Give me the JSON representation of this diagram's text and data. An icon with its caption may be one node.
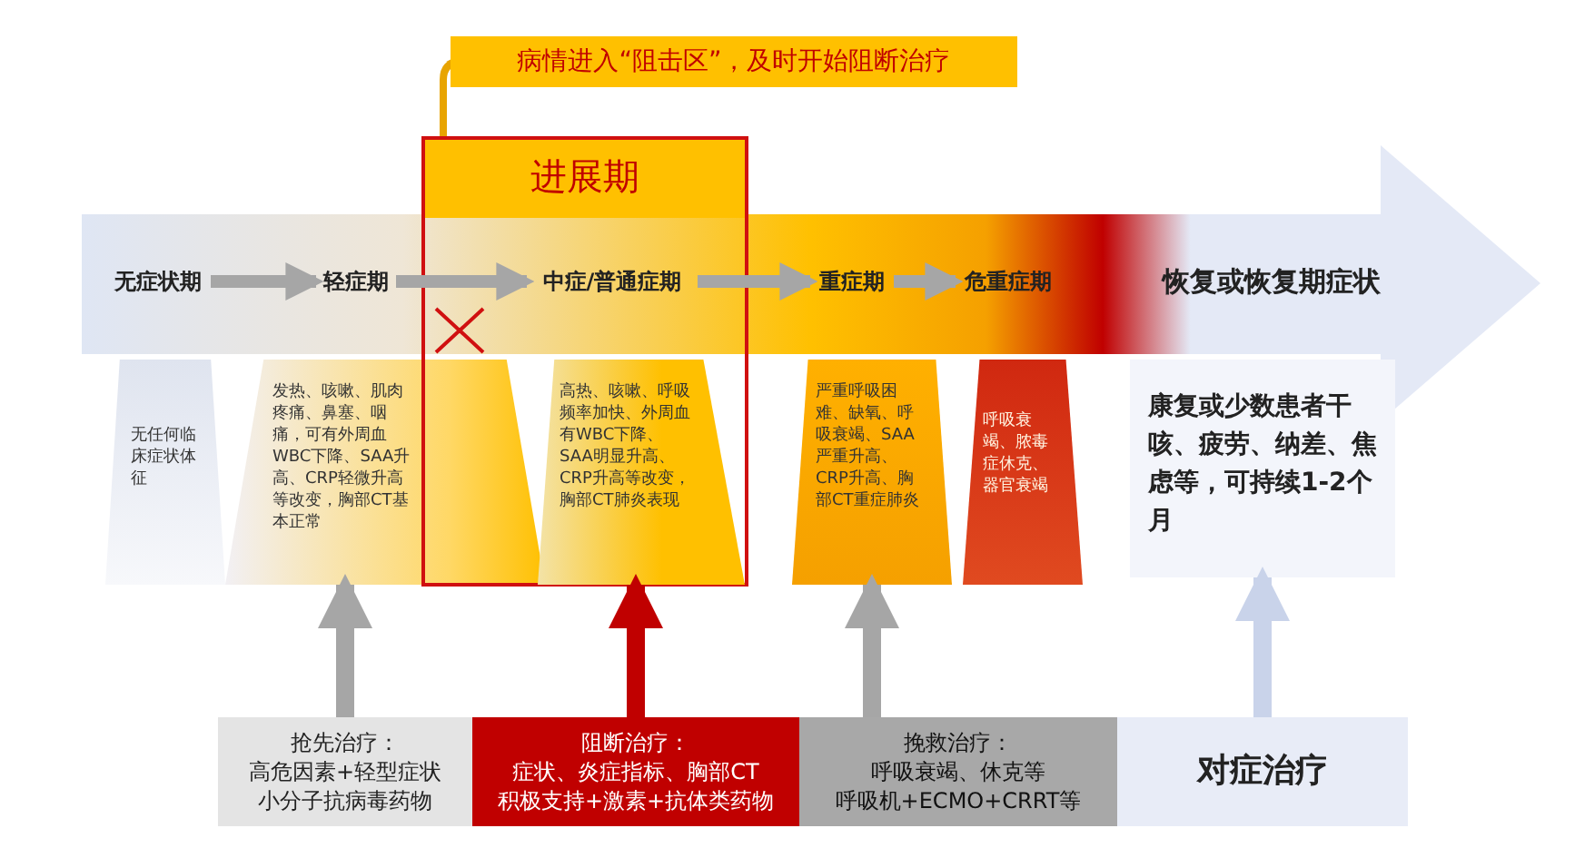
{
  "diagram": {
    "nodes": [
      {
        "text": [
          "进展期"
        ]
      },
      {
        "text": [
          "病情进入“阻击区”，及时开始阻断治疗"
        ]
      },
      {
        "text": [
          "无症状期"
        ]
      },
      {
        "text": [
          "轻症期"
        ]
      },
      {
        "text": [
          "中症/普通症期"
        ],
        "in": 0
      },
      {
        "text": [
          "重症期"
        ]
      },
      {
        "text": [
          "危重症期"
        ]
      },
      {
        "text": [
          "恢复或恢复期症状"
        ]
      },
      {
        "text": [
          "无任何临床症状体征"
        ]
      },
      {
        "text": [
          "发热、咳嗽、肌肉疼痛、鼻塞、咽痛，可有外周血WBC下降、SAA升高、CRP轻微升高等改变，胸部CT基本正常"
        ]
      },
      {
        "text": [
          "高热、咳嗽、呼吸频率加快、外周血有WBC下降、SAA明显升高、CRP升高等改变，胸部CT肺炎表现"
        ],
        "in": 0
      },
      {
        "text": [
          "严重呼吸困难、缺氧、呼吸衰竭、SAA严重升高、CRP升高、胸部CT重症肺炎"
        ]
      },
      {
        "text": [
          "呼吸衰竭、脓毒症休克、器官衰竭"
        ]
      },
      {
        "text": [
          "康复或少数患者干咳、疲劳、纳差、焦虑等，可持续1-2个月"
        ]
      },
      {
        "text": [
          "抢先治疗：",
          "高危因素+轻型症状",
          "小分子抗病毒药物"
        ]
      },
      {
        "text": [
          "阻断治疗：",
          "症状、炎症指标、胸部CT",
          "积极支持+激素+抗体类药物"
        ]
      },
      {
        "text": [
          "挽救治疗：",
          "呼吸衰竭、休克等",
          "呼吸机+ECMO+CRRT等"
        ]
      },
      {
        "text": [
          "对症治疗"
        ]
      }
    ],
    "edges": [
      {
        "from": 0,
        "to": 1,
        "arrow": "to",
        "color": "#e8a400"
      },
      {
        "from": 2,
        "to": 3,
        "arrow": "to"
      },
      {
        "from": 3,
        "to": 4,
        "arrow": "to"
      },
      {
        "from": 4,
        "to": 5,
        "arrow": "to"
      },
      {
        "from": 5,
        "to": 6,
        "arrow": "to"
      },
      {
        "from": 14,
        "to": 9,
        "arrow": "to"
      },
      {
        "from": 15,
        "to": 10,
        "arrow": "to",
        "color": "#c00000"
      },
      {
        "from": 16,
        "to": 11,
        "arrow": "to"
      },
      {
        "from": 17,
        "to": 13,
        "arrow": "to",
        "color": "#c9d3ea"
      }
    ]
  }
}
